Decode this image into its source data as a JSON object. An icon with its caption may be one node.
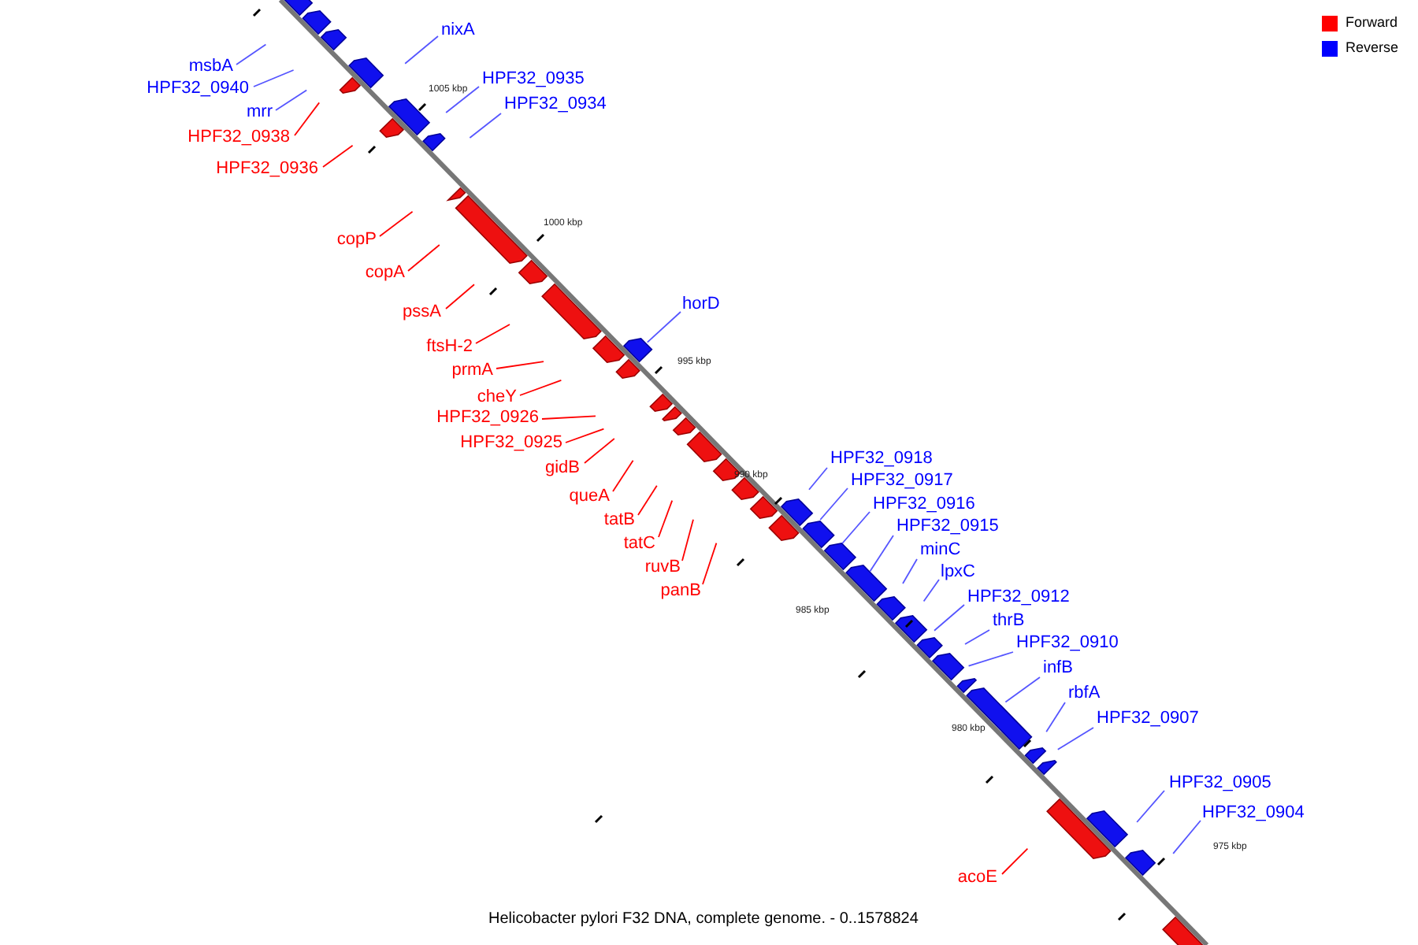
{
  "diagram": {
    "caption": "Helicobacter pylori F32 DNA, complete genome. - 0..1578824",
    "nodes": [
      {
        "text": [
          "msbA"
        ]
      },
      {
        "text": [
          "HPF32_0940"
        ]
      },
      {
        "text": [
          "mrr"
        ]
      },
      {
        "text": [
          "HPF32_0938"
        ]
      },
      {
        "text": [
          "HPF32_0936"
        ]
      },
      {
        "text": [
          "nixA"
        ]
      },
      {
        "text": [
          "HPF32_0935"
        ]
      },
      {
        "text": [
          "HPF32_0934"
        ]
      },
      {
        "text": [
          "copP"
        ]
      },
      {
        "text": [
          "copA"
        ]
      },
      {
        "text": [
          "pssA"
        ]
      },
      {
        "text": [
          "ftsH-2"
        ]
      },
      {
        "text": [
          "prmA"
        ]
      },
      {
        "text": [
          "cheY"
        ]
      },
      {
        "text": [
          "HPF32_0926"
        ]
      },
      {
        "text": [
          "HPF32_0925"
        ]
      },
      {
        "text": [
          "gidB"
        ]
      },
      {
        "text": [
          "queA"
        ]
      },
      {
        "text": [
          "tatB"
        ]
      },
      {
        "text": [
          "tatC"
        ]
      },
      {
        "text": [
          "ruvB"
        ]
      },
      {
        "text": [
          "panB"
        ]
      },
      {
        "text": [
          "horD"
        ]
      },
      {
        "text": [
          "HPF32_0918"
        ]
      },
      {
        "text": [
          "HPF32_0917"
        ]
      },
      {
        "text": [
          "HPF32_0916"
        ]
      },
      {
        "text": [
          "HPF32_0915"
        ]
      },
      {
        "text": [
          "minC"
        ]
      },
      {
        "text": [
          "lpxC"
        ]
      },
      {
        "text": [
          "HPF32_0912"
        ]
      },
      {
        "text": [
          "thrB"
        ]
      },
      {
        "text": [
          "HPF32_0910"
        ]
      },
      {
        "text": [
          "infB"
        ]
      },
      {
        "text": [
          "rbfA"
        ]
      },
      {
        "text": [
          "HPF32_0907"
        ]
      },
      {
        "text": [
          "HPF32_0905"
        ]
      },
      {
        "text": [
          "HPF32_0904"
        ]
      },
      {
        "text": [
          "acoE"
        ]
      }
    ],
    "edges": [
      {
        "from": 0,
        "to": null,
        "arrow": "none"
      },
      {
        "from": 1,
        "to": null,
        "arrow": "none"
      },
      {
        "from": 2,
        "to": null,
        "arrow": "none"
      },
      {
        "from": 3,
        "to": null,
        "arrow": "none",
        "color": "#ff0000"
      },
      {
        "from": 4,
        "to": null,
        "arrow": "none",
        "color": "#ff0000"
      },
      {
        "from": 5,
        "to": null,
        "arrow": "none"
      },
      {
        "from": 6,
        "to": null,
        "arrow": "none"
      },
      {
        "from": 7,
        "to": null,
        "arrow": "none"
      },
      {
        "from": 8,
        "to": null,
        "arrow": "none",
        "color": "#ff0000"
      },
      {
        "from": 9,
        "to": null,
        "arrow": "none",
        "color": "#ff0000"
      },
      {
        "from": 10,
        "to": null,
        "arrow": "none",
        "color": "#ff0000"
      },
      {
        "from": 11,
        "to": null,
        "arrow": "none",
        "color": "#ff0000"
      },
      {
        "from": 12,
        "to": null,
        "arrow": "none",
        "color": "#ff0000"
      },
      {
        "from": 13,
        "to": null,
        "arrow": "none",
        "color": "#ff0000"
      },
      {
        "from": 14,
        "to": null,
        "arrow": "none",
        "color": "#ff0000"
      },
      {
        "from": 15,
        "to": null,
        "arrow": "none",
        "color": "#ff0000"
      },
      {
        "from": 16,
        "to": null,
        "arrow": "none",
        "color": "#ff0000"
      },
      {
        "from": 17,
        "to": null,
        "arrow": "none",
        "color": "#ff0000"
      },
      {
        "from": 18,
        "to": null,
        "arrow": "none",
        "color": "#ff0000"
      },
      {
        "from": 19,
        "to": null,
        "arrow": "none",
        "color": "#ff0000"
      },
      {
        "from": 20,
        "to": null,
        "arrow": "none",
        "color": "#ff0000"
      },
      {
        "from": 21,
        "to": null,
        "arrow": "none",
        "color": "#ff0000"
      },
      {
        "from": 22,
        "to": null,
        "arrow": "none"
      },
      {
        "from": 23,
        "to": null,
        "arrow": "none"
      },
      {
        "from": 24,
        "to": null,
        "arrow": "none"
      },
      {
        "from": 25,
        "to": null,
        "arrow": "none"
      },
      {
        "from": 26,
        "to": null,
        "arrow": "none"
      },
      {
        "from": 27,
        "to": null,
        "arrow": "none"
      },
      {
        "from": 28,
        "to": null,
        "arrow": "none"
      },
      {
        "from": 29,
        "to": null,
        "arrow": "none"
      },
      {
        "from": 30,
        "to": null,
        "arrow": "none"
      },
      {
        "from": 31,
        "to": null,
        "arrow": "none"
      },
      {
        "from": 32,
        "to": null,
        "arrow": "none"
      },
      {
        "from": 33,
        "to": null,
        "arrow": "none"
      },
      {
        "from": 34,
        "to": null,
        "arrow": "none"
      },
      {
        "from": 35,
        "to": null,
        "arrow": "none"
      },
      {
        "from": 36,
        "to": null,
        "arrow": "none"
      },
      {
        "from": 37,
        "to": null,
        "arrow": "none",
        "color": "#ff0000"
      }
    ],
    "labels": [
      "1005 kbp",
      "1000 kbp",
      "995 kbp",
      "990 kbp",
      "985 kbp",
      "980 kbp",
      "975 kbp"
    ],
    "legend": [
      {
        "text": "Forward",
        "color": "#ff0000"
      },
      {
        "text": "Reverse",
        "color": "#0000ff"
      }
    ]
  }
}
